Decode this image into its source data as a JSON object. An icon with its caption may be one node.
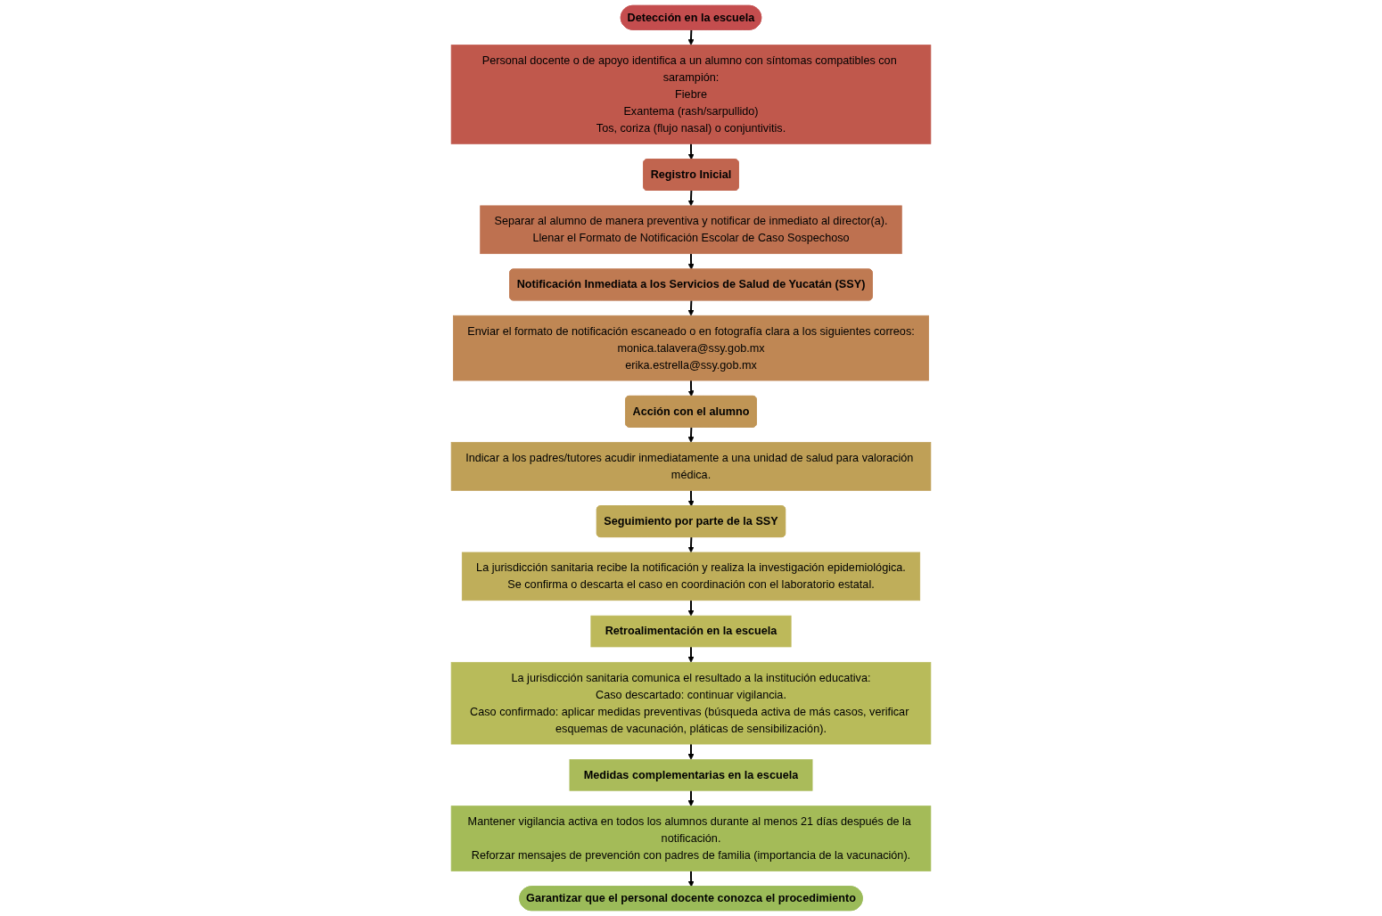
{
  "diagram": {
    "nodes": [
      {
        "text": [
          "Detección en la escuela"
        ]
      },
      {
        "text": [
          "Personal docente o de apoyo identifica a un alumno con síntomas compatibles con sarampión:",
          "Fiebre",
          "Exantema (rash/sarpullido)",
          "Tos, coriza (flujo nasal) o conjuntivitis."
        ]
      },
      {
        "text": [
          "Registro Inicial"
        ]
      },
      {
        "text": [
          "Separar al alumno de manera preventiva y notificar de inmediato al director(a).",
          "Llenar el Formato de Notificación Escolar de Caso Sospechoso"
        ]
      },
      {
        "text": [
          "Notificación Inmediata a los Servicios de Salud de Yucatán (SSY)"
        ]
      },
      {
        "text": [
          "Enviar el formato de notificación escaneado o en fotografía clara a los siguientes correos:",
          "monica.talavera@ssy.gob.mx",
          "erika.estrella@ssy.gob.mx"
        ]
      },
      {
        "text": [
          "Acción con el alumno"
        ]
      },
      {
        "text": [
          "Indicar a los padres/tutores acudir inmediatamente a una unidad de salud para valoración médica."
        ]
      },
      {
        "text": [
          "Seguimiento por parte de la SSY"
        ]
      },
      {
        "text": [
          "La jurisdicción sanitaria recibe la notificación y realiza la investigación epidemiológica.",
          "Se confirma o descarta el caso en coordinación con el laboratorio estatal."
        ]
      },
      {
        "text": [
          "Retroalimentación en la escuela"
        ]
      },
      {
        "text": [
          "La jurisdicción sanitaria comunica el resultado a la institución educativa:",
          "Caso descartado: continuar vigilancia.",
          "Caso confirmado: aplicar medidas preventivas (búsqueda activa de más casos, verificar esquemas de vacunación, pláticas de sensibilización)."
        ]
      },
      {
        "text": [
          "Medidas complementarias en la escuela"
        ]
      },
      {
        "text": [
          "Mantener vigilancia activa en todos los alumnos durante al menos 21 días después de la notificación.",
          "Reforzar mensajes de prevención con padres de familia (importancia de la vacunación)."
        ]
      },
      {
        "text": [
          "Garantizar que el personal docente conozca el procedimiento"
        ]
      }
    ],
    "edges": [
      {
        "from": 0,
        "to": 1,
        "arrow": "to"
      },
      {
        "from": 1,
        "to": 2,
        "arrow": "to"
      },
      {
        "from": 2,
        "to": 3,
        "arrow": "to"
      },
      {
        "from": 3,
        "to": 4,
        "arrow": "to"
      },
      {
        "from": 4,
        "to": 5,
        "arrow": "to"
      },
      {
        "from": 5,
        "to": 6,
        "arrow": "to"
      },
      {
        "from": 6,
        "to": 7,
        "arrow": "to"
      },
      {
        "from": 7,
        "to": 8,
        "arrow": "to"
      },
      {
        "from": 8,
        "to": 9,
        "arrow": "to"
      },
      {
        "from": 9,
        "to": 10,
        "arrow": "to"
      },
      {
        "from": 10,
        "to": 11,
        "arrow": "to"
      },
      {
        "from": 11,
        "to": 12,
        "arrow": "to"
      },
      {
        "from": 12,
        "to": 13,
        "arrow": "to"
      },
      {
        "from": 13,
        "to": 14,
        "arrow": "to"
      }
    ]
  }
}
